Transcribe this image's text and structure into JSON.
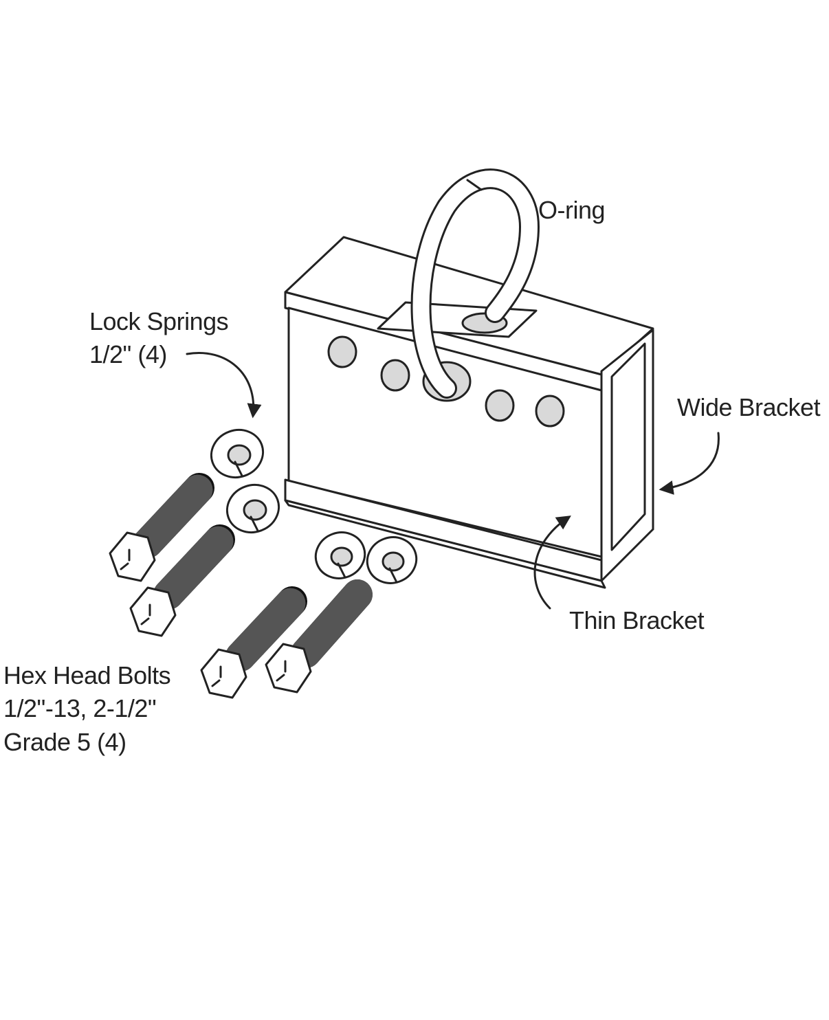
{
  "labels": {
    "o_ring": "O-ring",
    "lock_springs_line1": "Lock Springs",
    "lock_springs_line2": "1/2\" (4)",
    "wide_bracket": "Wide Bracket",
    "thin_bracket": "Thin Bracket",
    "hex_bolts_line1": "Hex Head Bolts",
    "hex_bolts_line2": "1/2\"-13, 2-1/2\"",
    "hex_bolts_line3": "Grade 5 (4)"
  }
}
